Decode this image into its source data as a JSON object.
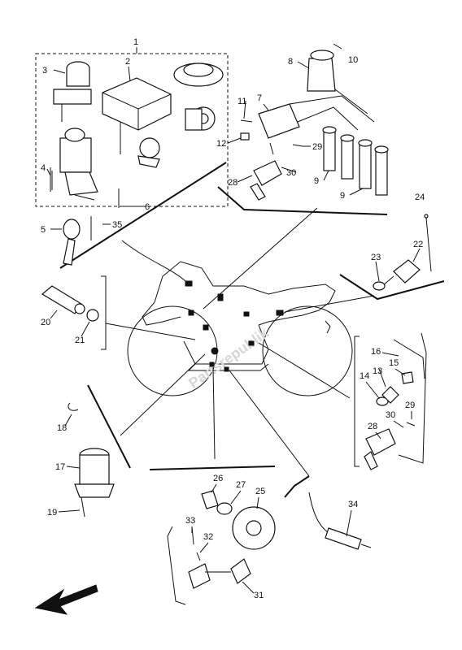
{
  "watermark": "Partsrepublik",
  "callouts": [
    "1",
    "2",
    "3",
    "4",
    "5",
    "6",
    "7",
    "8",
    "9",
    "9",
    "10",
    "11",
    "12",
    "13",
    "14",
    "15",
    "16",
    "17",
    "18",
    "19",
    "20",
    "21",
    "22",
    "23",
    "24",
    "25",
    "26",
    "27",
    "28",
    "28",
    "29",
    "29",
    "30",
    "30",
    "31",
    "32",
    "33",
    "34",
    "35"
  ],
  "parts": [
    {
      "name": "ignition-switch"
    },
    {
      "name": "ecu"
    },
    {
      "name": "fuel-cap-lock"
    },
    {
      "name": "seat-lock"
    },
    {
      "name": "key"
    },
    {
      "name": "ignition-coil"
    },
    {
      "name": "spark-plug-caps"
    },
    {
      "name": "sensor-28"
    },
    {
      "name": "sensor-22"
    },
    {
      "name": "sensor-20"
    },
    {
      "name": "solenoid-17"
    },
    {
      "name": "speed-sensor-rotor"
    },
    {
      "name": "speed-sensor-31"
    },
    {
      "name": "oxygen-sensor-34"
    },
    {
      "name": "direction-arrow"
    }
  ]
}
